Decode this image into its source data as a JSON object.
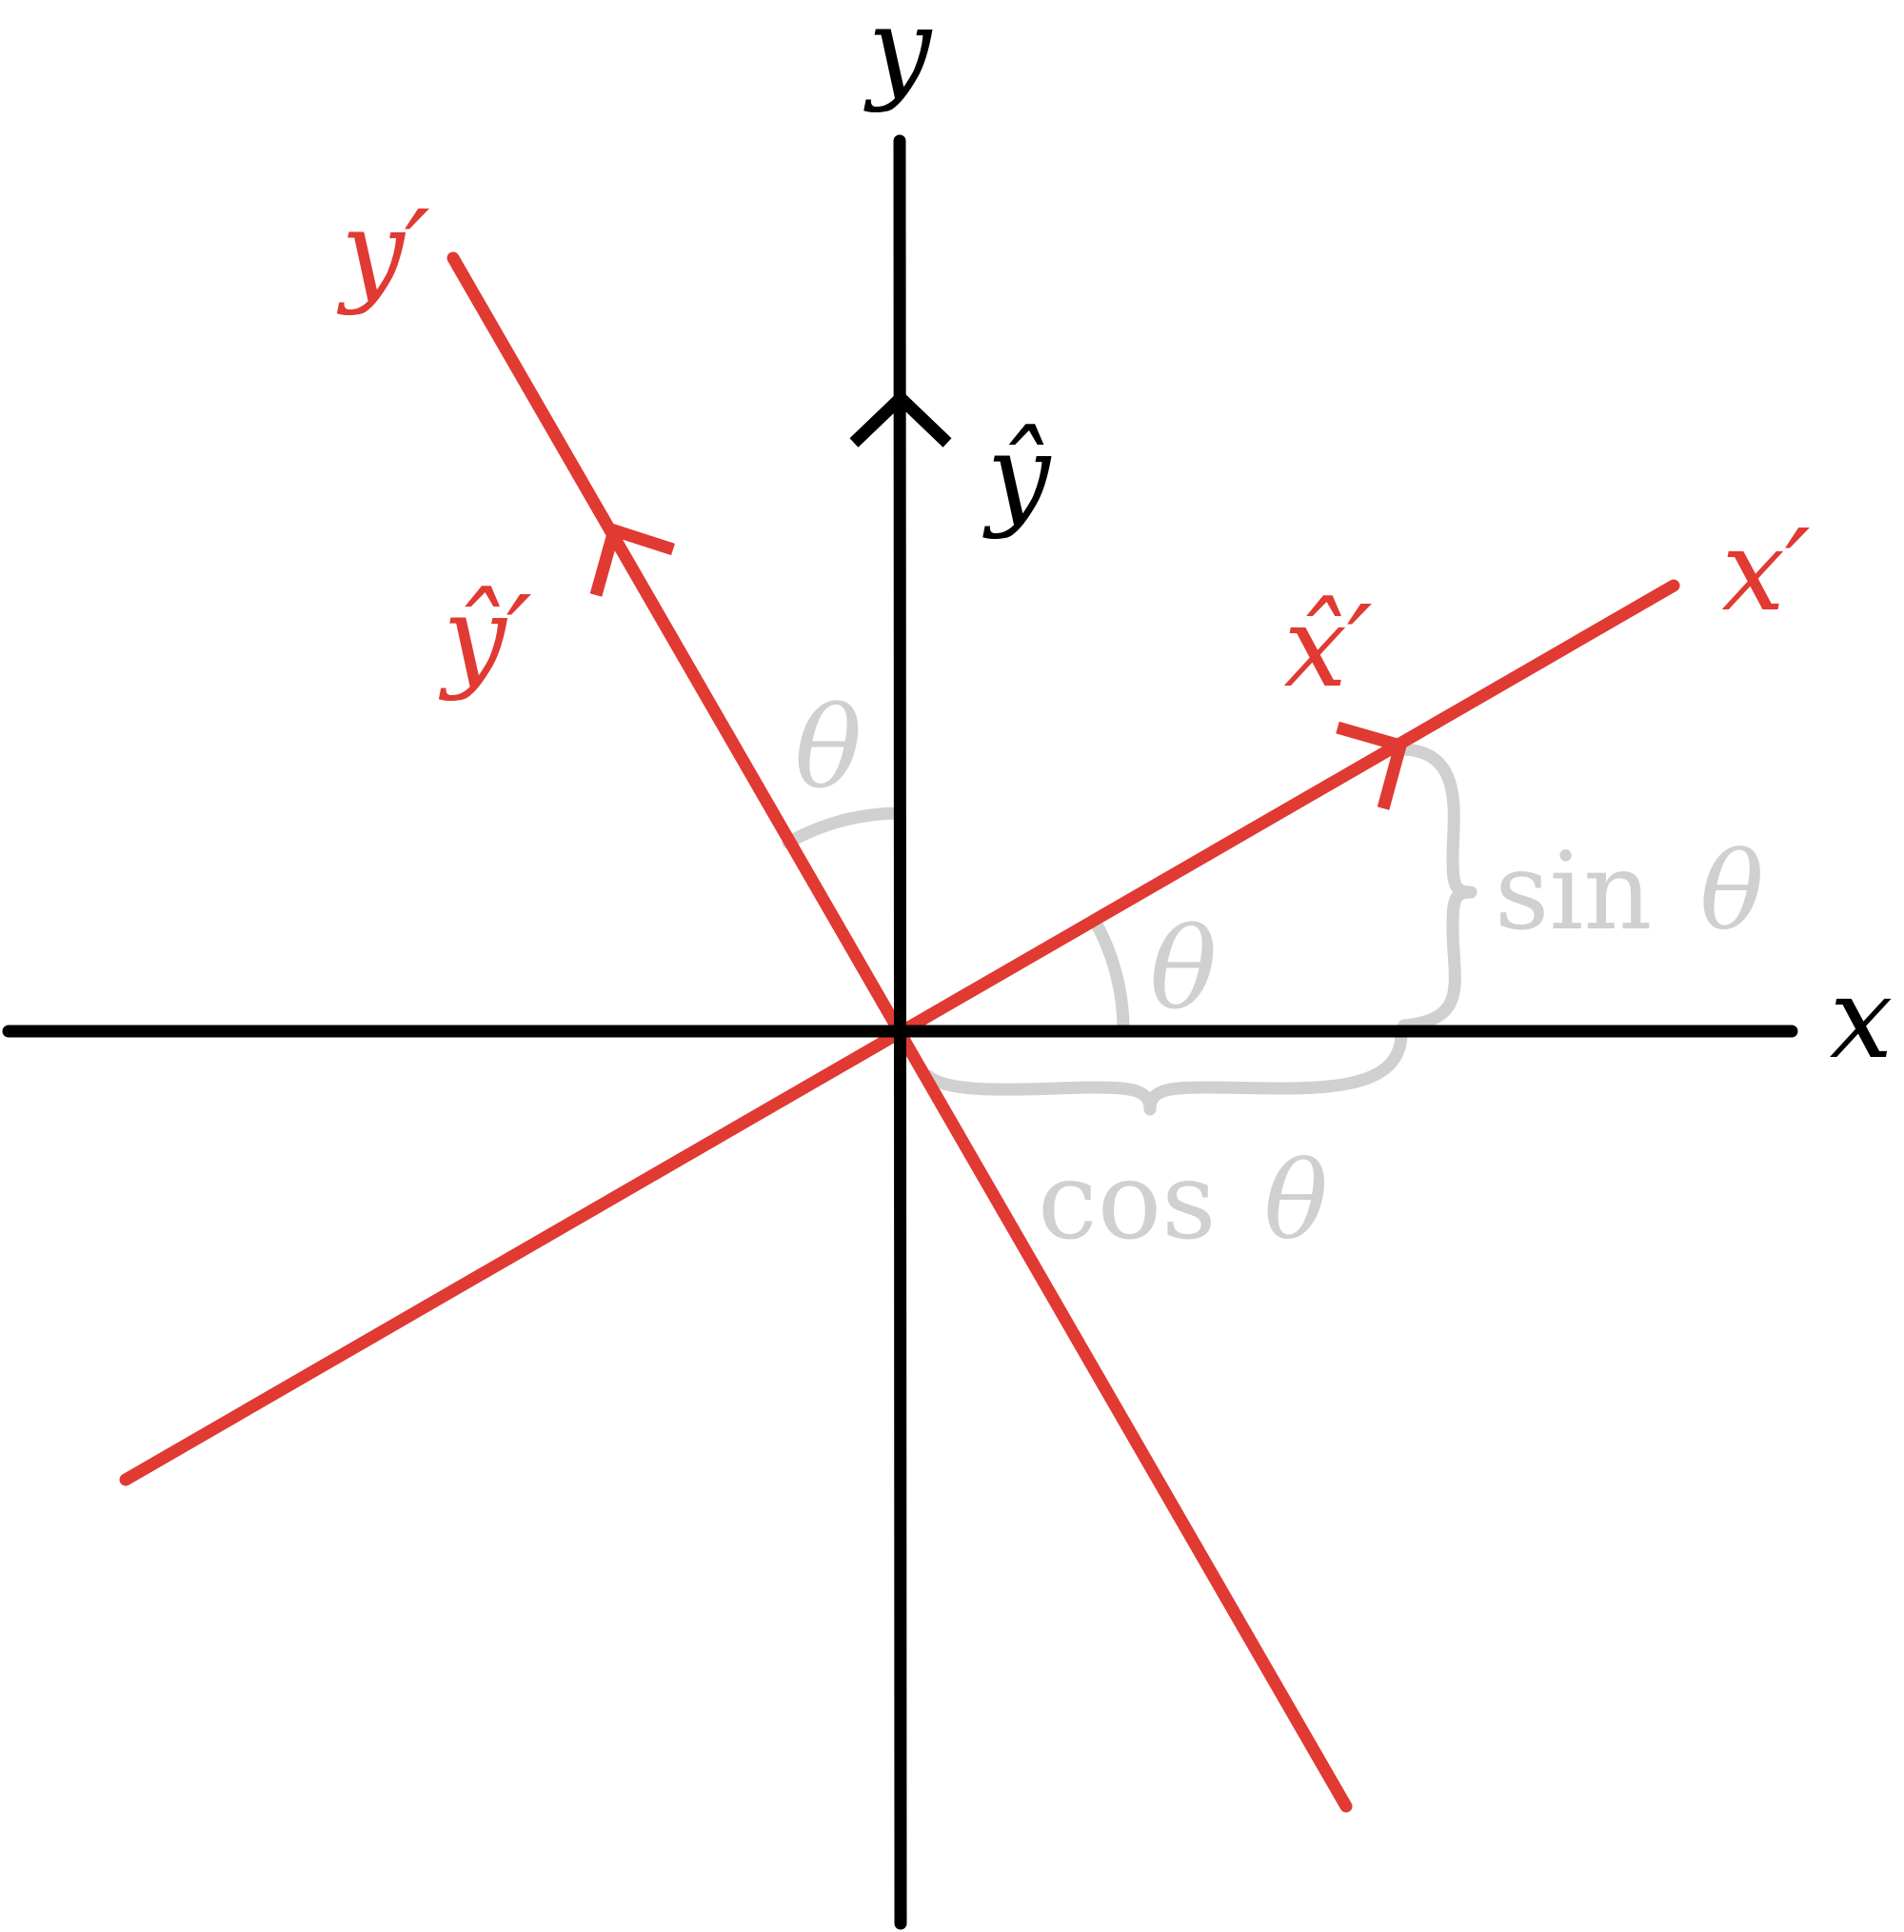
{
  "colors": {
    "axis": "#000000",
    "rotated": "#e03a33",
    "annotation": "#d0d0d0",
    "background": "#ffffff"
  },
  "labels": {
    "x_axis": "x",
    "y_axis": "y",
    "x_prime_axis": "x′",
    "y_prime_axis": "y′",
    "y_hat": "ŷ",
    "y_prime_hat": "ŷ′",
    "x_prime_hat": "x̂′",
    "theta_top": "θ",
    "theta_right": "θ",
    "sin_fn": "sin",
    "sin_arg": "θ",
    "cos_fn": "cos",
    "cos_arg": "θ"
  }
}
